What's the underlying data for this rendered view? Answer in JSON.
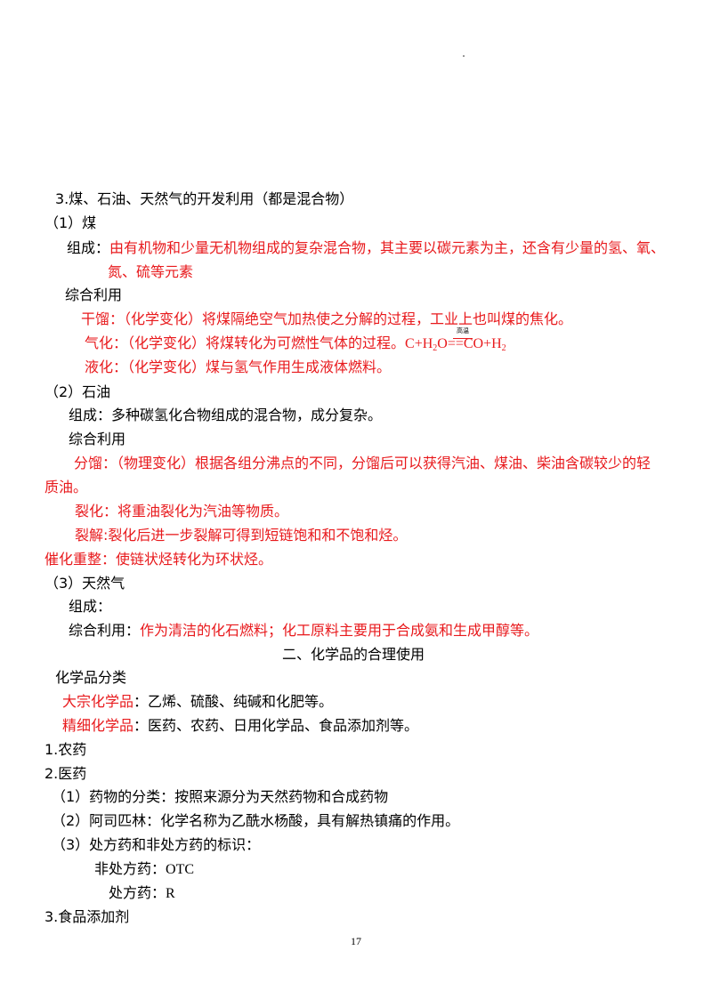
{
  "section3": {
    "heading": "3.煤、石油、天然气的开发利用（都是混合物）",
    "coal": {
      "heading": "（1）煤",
      "composition_label": "组成：",
      "composition_text_1": "由有机物和少量无机物组成的复杂混合物，其主要以碳元素为主，还含有少量的氢、氧、",
      "composition_text_2": "氮、硫等元素",
      "utilization_label": "综合利用",
      "dry_distillation": "干馏：（化学变化）将煤隔绝空气加热使之分解的过程，工业上也叫煤的焦化。",
      "gasification": "气化：（化学变化）将煤转化为可燃性气体的过程。",
      "equation_condition": "高温",
      "equation": {
        "p1": "C+H",
        "s1": "2",
        "p2": "O==CO+H",
        "s2": "2"
      },
      "liquefaction": "液化：（化学变化）煤与氢气作用生成液体燃料。"
    },
    "oil": {
      "heading": "（2）石油",
      "composition": "组成：多种碳氢化合物组成的混合物，成分复杂。",
      "utilization_label": "综合利用",
      "fractionation_1": "分馏：（物理变化）根据各组分沸点的不同，分馏后可以获得汽油、煤油、柴油含碳较少的轻",
      "fractionation_2": "质油。",
      "cracking": "裂化：将重油裂化为汽油等物质。",
      "deep_cracking": "裂解:裂化后进一步裂解可得到短链饱和和不饱和烃。",
      "reforming": "催化重整：使链状烃转化为环状烃。"
    },
    "gas": {
      "heading": "（3）天然气",
      "composition": "组成：",
      "utilization_label": "综合利用：",
      "utilization_text": "作为清洁的化石燃料；化工原料主要用于合成氨和生成甲醇等。"
    }
  },
  "part2": {
    "title": "二、化学品的合理使用",
    "classification": "化学品分类",
    "bulk_label": "大宗化学品",
    "bulk_text": "：乙烯、硫酸、纯碱和化肥等。",
    "fine_label": "精细化学品",
    "fine_text": "：医药、农药、日用化学品、食品添加剂等。",
    "item1": "1.农药",
    "item2": "2.医药",
    "drug_classes": "（1）药物的分类：按照来源分为天然药物和合成药物",
    "aspirin": "（2）阿司匹林：化学名称为乙酰水杨酸，具有解热镇痛的作用。",
    "labels_heading": "（3）处方药和非处方药的标识：",
    "otc_label": "非处方药：",
    "otc_value": "OTC",
    "rx_label": "处方药：",
    "rx_value": "R",
    "item3": "3.食品添加剂"
  },
  "page_number": "17"
}
